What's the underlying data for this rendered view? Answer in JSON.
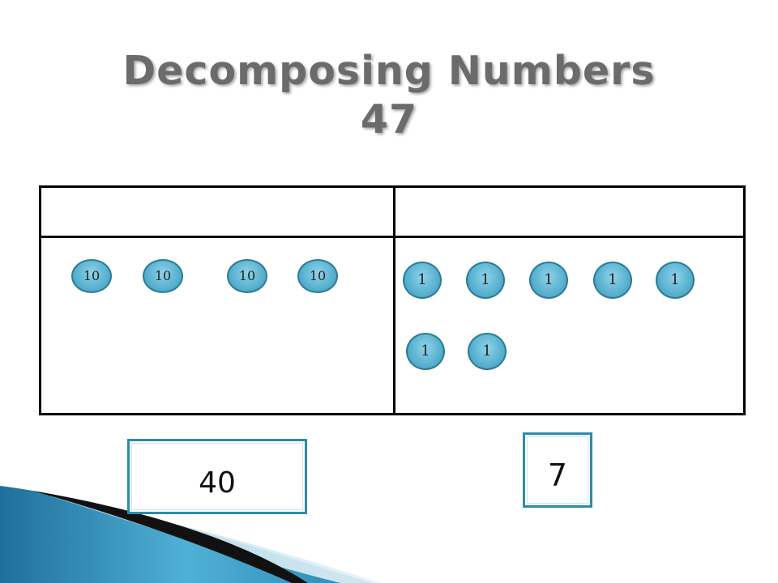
{
  "slide": {
    "title_line1": "Decomposing Numbers",
    "title_line2": "47"
  },
  "place_value_chart": {
    "headers": [
      "",
      ""
    ],
    "tens_coins": [
      "10",
      "10",
      "10",
      "10"
    ],
    "ones_coins": [
      "1",
      "1",
      "1",
      "1",
      "1",
      "1",
      "1"
    ]
  },
  "answers": {
    "tens_value": "40",
    "ones_value": "7"
  },
  "colors": {
    "title": "#6b6b6b",
    "coin_fill": "#5cb4d2",
    "coin_border": "#2a7c96",
    "box_border": "#2e8aaa",
    "swoosh_blue": "#3a8fb7"
  }
}
